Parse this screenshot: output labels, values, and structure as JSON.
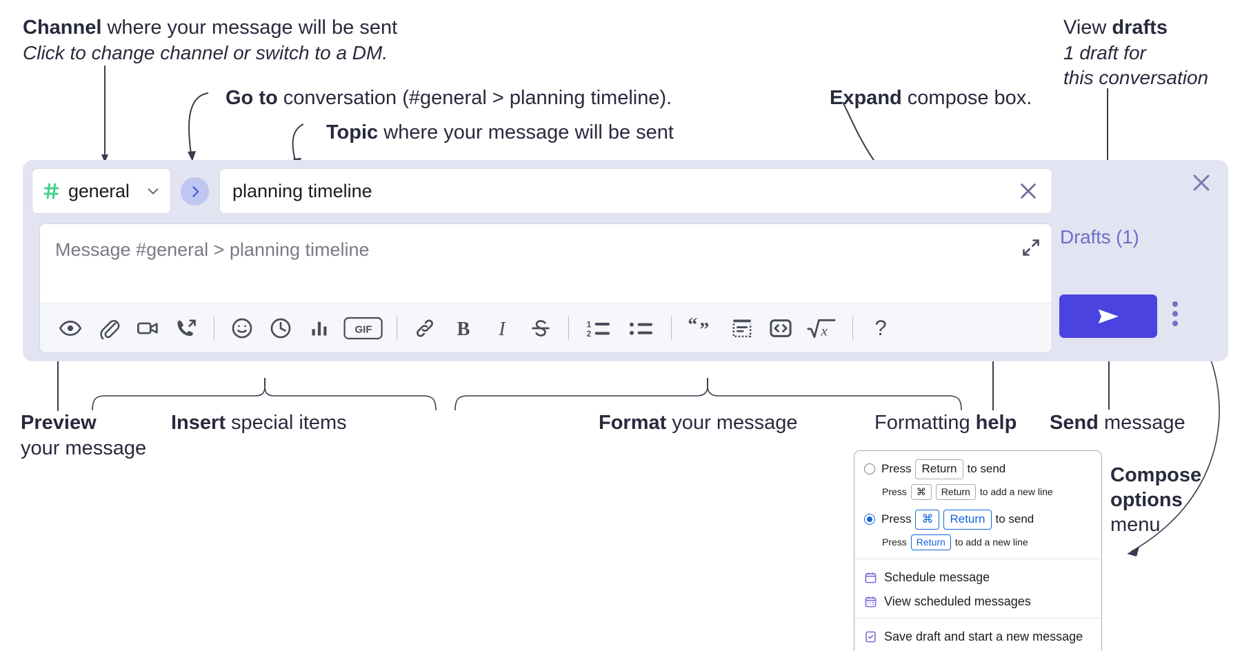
{
  "annotations": {
    "channel": {
      "bold": "Channel",
      "rest": " where your message will be sent",
      "italic": "Click to change channel or switch to a DM."
    },
    "goto": {
      "bold": "Go to",
      "rest": " conversation (#general > planning timeline)."
    },
    "topic": {
      "bold": "Topic",
      "rest": " where your message will be sent"
    },
    "expand": {
      "bold": "Expand",
      "rest": " compose box."
    },
    "drafts": {
      "bold_lead": "View ",
      "bold": "drafts",
      "italic1": "1 draft for",
      "italic2": "this conversation"
    },
    "preview": {
      "bold": "Preview",
      "rest": "your message"
    },
    "insert": {
      "bold": "Insert",
      "rest": " special items"
    },
    "format": {
      "bold": "Format",
      "rest": " your message"
    },
    "help": {
      "lead": "Formatting ",
      "bold": "help"
    },
    "send": {
      "bold": "Send",
      "rest": " message"
    },
    "compose_options": {
      "bold1": "Compose",
      "bold2": "options",
      "rest": "menu"
    }
  },
  "compose": {
    "channel_name": "general",
    "hash_icon": "hash-icon",
    "chevron_icon": "chevron-down-icon",
    "goto_icon": "chevron-right-icon",
    "topic_value": "planning timeline",
    "topic_clear_icon": "close-icon",
    "message_placeholder": "Message #general > planning timeline",
    "expand_icon": "expand-icon",
    "close_icon": "close-icon",
    "drafts_label": "Drafts (1)",
    "send_icon": "send-paper-plane-icon",
    "kebab_icon": "more-vertical-icon",
    "toolbar": [
      {
        "name": "preview-icon",
        "label": "Preview"
      },
      {
        "name": "attachment-paperclip-icon",
        "label": "Attach file"
      },
      {
        "name": "video-camera-icon",
        "label": "Record video clip"
      },
      {
        "name": "phone-call-icon",
        "label": "Record audio clip"
      },
      {
        "name": "separator-1",
        "label": ""
      },
      {
        "name": "emoji-smiley-icon",
        "label": "Emoji"
      },
      {
        "name": "clock-icon",
        "label": "Recent"
      },
      {
        "name": "bar-chart-icon",
        "label": "Poll"
      },
      {
        "name": "gif-icon",
        "label": "GIF"
      },
      {
        "name": "separator-2",
        "label": ""
      },
      {
        "name": "link-icon",
        "label": "Link"
      },
      {
        "name": "bold-icon",
        "label": "Bold"
      },
      {
        "name": "italic-icon",
        "label": "Italic"
      },
      {
        "name": "strikethrough-icon",
        "label": "Strikethrough"
      },
      {
        "name": "separator-3",
        "label": ""
      },
      {
        "name": "ordered-list-icon",
        "label": "Ordered list"
      },
      {
        "name": "bulleted-list-icon",
        "label": "Bulleted list"
      },
      {
        "name": "separator-4",
        "label": ""
      },
      {
        "name": "blockquote-icon",
        "label": "Blockquote"
      },
      {
        "name": "code-block-icon",
        "label": "Code block"
      },
      {
        "name": "inline-code-icon",
        "label": "Code"
      },
      {
        "name": "math-sqrt-icon",
        "label": "Math"
      },
      {
        "name": "separator-5",
        "label": ""
      },
      {
        "name": "help-question-icon",
        "label": "Formatting help"
      }
    ]
  },
  "menu": {
    "options": [
      {
        "selected": false,
        "main_pre": "Press",
        "main_key": "Return",
        "main_post": "to send",
        "sub_pre": "Press",
        "sub_key1": "⌘",
        "sub_key2": "Return",
        "sub_post": "to add a new line"
      },
      {
        "selected": true,
        "main_pre": "Press",
        "main_key1": "⌘",
        "main_key2": "Return",
        "main_post": "to send",
        "sub_pre": "Press",
        "sub_key": "Return",
        "sub_post": "to add a new line"
      }
    ],
    "items": [
      {
        "icon": "calendar-schedule-icon",
        "label": "Schedule message"
      },
      {
        "icon": "calendar-grid-icon",
        "label": "View scheduled messages"
      },
      {
        "icon": "document-check-icon",
        "label": "Save draft and start a new message"
      }
    ]
  },
  "colors": {
    "compose_bg": "#e3e4f1",
    "send_btn": "#4a43e0",
    "drafts_text": "#6d6fc9",
    "hash_green": "#4ad18d",
    "goto_bubble": "#bfc6f2",
    "radio_blue": "#1264e0",
    "menu_icon_purple": "#7b68d4"
  }
}
